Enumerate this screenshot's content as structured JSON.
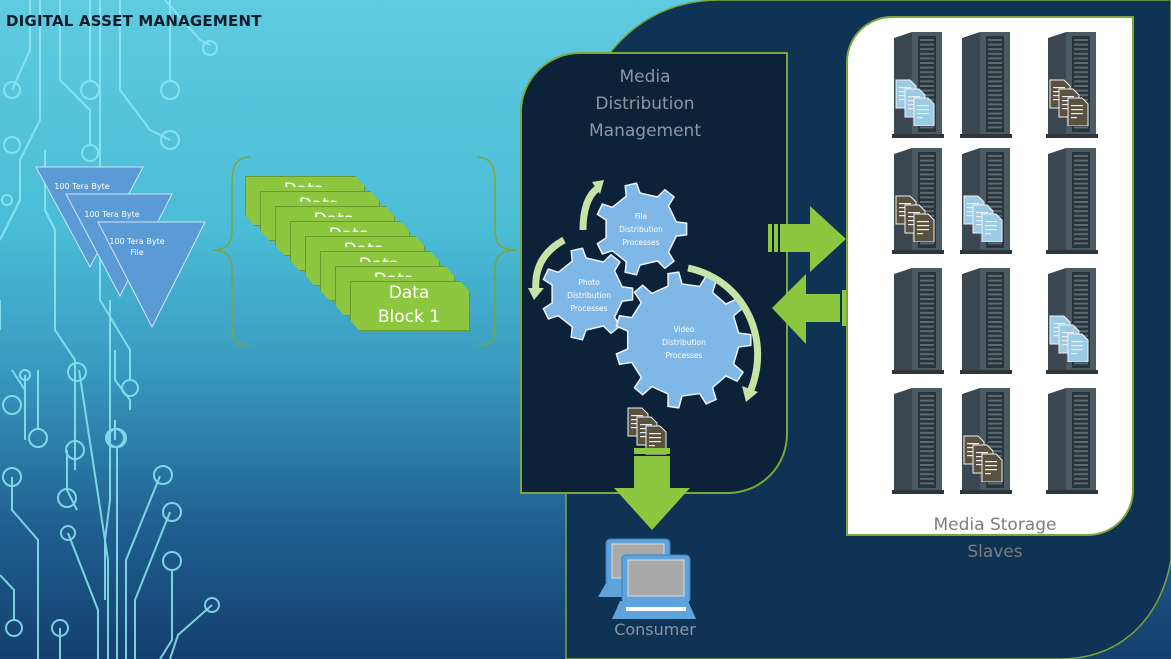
{
  "title": "DIGITAL ASSET MANAGEMENT",
  "files": {
    "items": [
      {
        "label": "100 Tera Byte"
      },
      {
        "label": "100 Tera Byte"
      },
      {
        "label": "100 Tera Byte File"
      }
    ],
    "color": "#5b9bd5"
  },
  "data_blocks": {
    "count": 8,
    "front_label_line1": "Data",
    "front_label_line2": "Block 1",
    "partial_label": "Data",
    "color": "#8dc63f"
  },
  "distribution_panel": {
    "title_lines": [
      "Media",
      "Distribution",
      "Management"
    ],
    "gears": [
      {
        "name": "file",
        "lines": [
          "File",
          "Distribution",
          "Processes"
        ]
      },
      {
        "name": "photo",
        "lines": [
          "Photo",
          "Distribution",
          "Processes"
        ]
      },
      {
        "name": "video",
        "lines": [
          "Video",
          "Distribution",
          "Processes"
        ]
      }
    ]
  },
  "storage": {
    "label_line1": "Media Storage",
    "label_line2": "Slaves",
    "servers": [
      {
        "docs": "blue"
      },
      {
        "docs": "none"
      },
      {
        "docs": "brown"
      },
      {
        "docs": "brown"
      },
      {
        "docs": "blue"
      },
      {
        "docs": "none"
      },
      {
        "docs": "none"
      },
      {
        "docs": "none"
      },
      {
        "docs": "blue"
      },
      {
        "docs": "none"
      },
      {
        "docs": "brown"
      },
      {
        "docs": "none"
      }
    ]
  },
  "consumer": {
    "label": "Consumer"
  },
  "colors": {
    "accent_green": "#8dc63f",
    "panel_dark": "#0c2238",
    "navy": "#0f3355",
    "gear_blue": "#7fb7e6"
  }
}
